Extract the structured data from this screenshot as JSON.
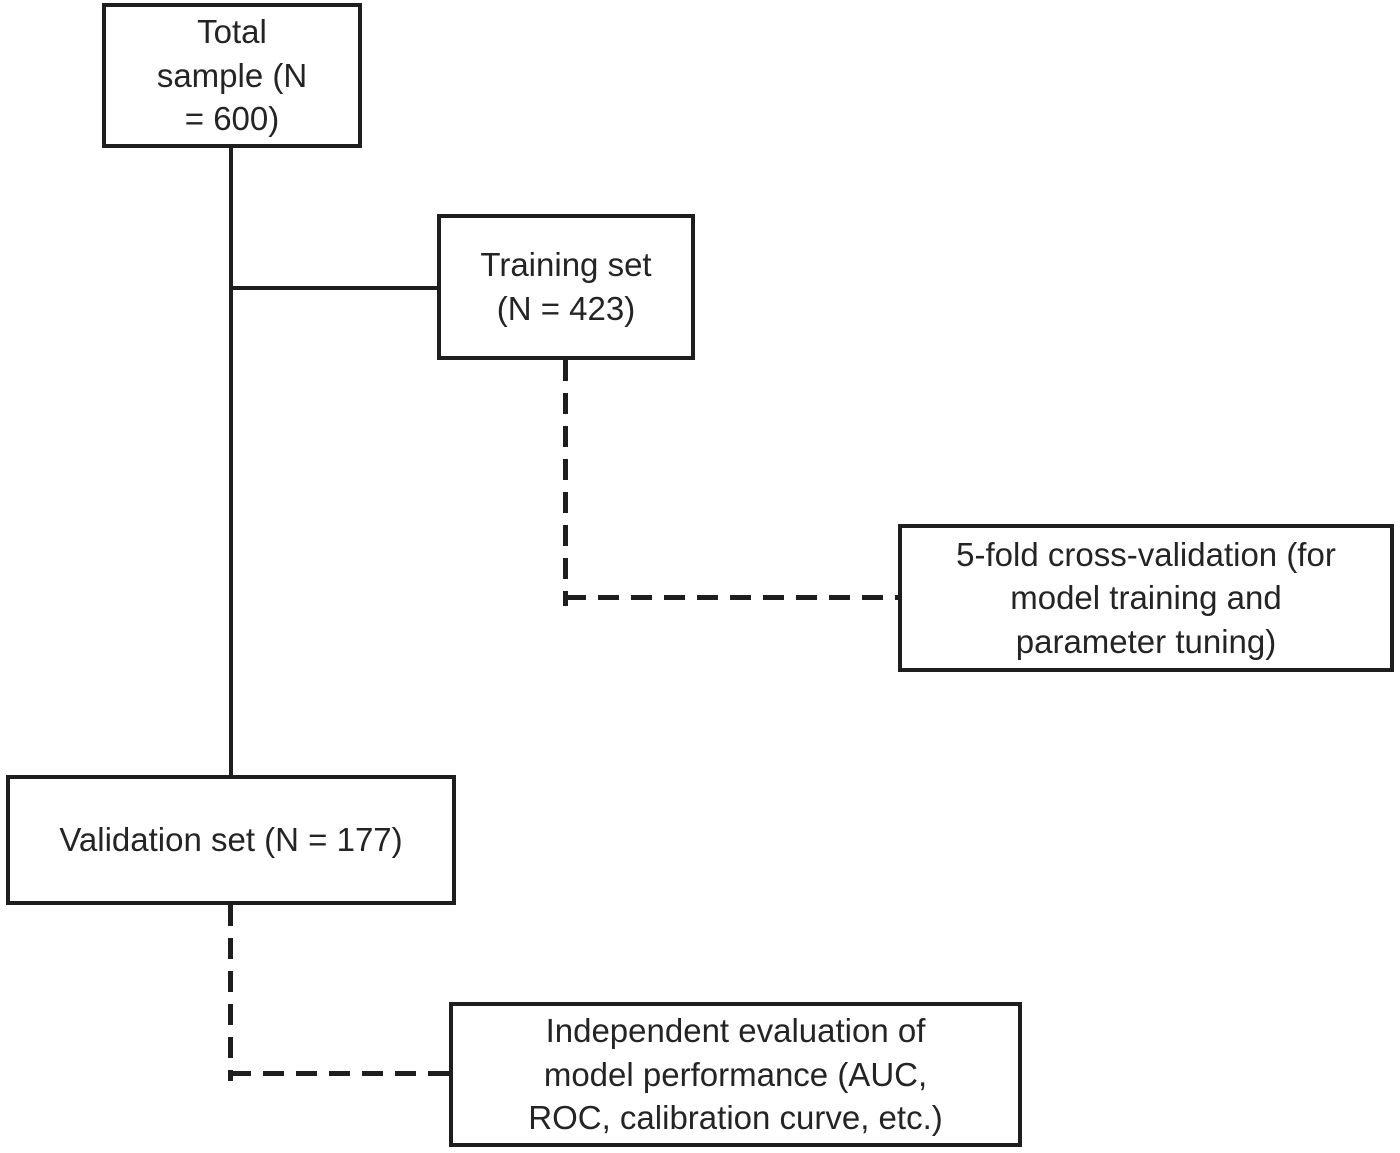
{
  "figure": {
    "type": "flowchart",
    "background_color": "#ffffff",
    "line_color": "#1e1e1e",
    "text_color": "#242424"
  },
  "boxes": {
    "total_sample": {
      "label": "Total\nsample (N\n= 600)"
    },
    "training_set": {
      "label": "Training set\n(N = 423)"
    },
    "cross_validation": {
      "label": "5-fold cross-validation (for\nmodel training and\nparameter tuning)"
    },
    "validation_set": {
      "label": "Validation set (N = 177)"
    },
    "evaluation": {
      "label": "Independent evaluation of\nmodel performance (AUC,\nROC, calibration curve, etc.)"
    }
  },
  "connectors": [
    {
      "from": "total_sample",
      "to": "validation_set",
      "style": "solid"
    },
    {
      "from": "total_sample",
      "to": "training_set",
      "style": "solid"
    },
    {
      "from": "training_set",
      "to": "cross_validation",
      "style": "dashed"
    },
    {
      "from": "validation_set",
      "to": "evaluation",
      "style": "dashed"
    }
  ]
}
